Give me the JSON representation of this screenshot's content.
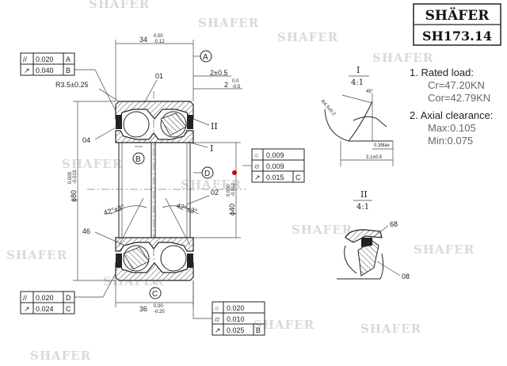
{
  "brand": {
    "name": "SHÄFER",
    "part_number": "SH173.14"
  },
  "watermark": "SHAFER",
  "specs": {
    "rated_load_label": "1. Rated load:",
    "cr": "Cr=47.20KN",
    "cor": "Cor=42.79KN",
    "axial_clearance_label": "2. Axial clearance:",
    "max": "Max:0.105",
    "min": "Min:0.075"
  },
  "tolerances": {
    "top_left": [
      {
        "symbol": "//",
        "value": "0.020",
        "datum": "A"
      },
      {
        "symbol": "↗",
        "value": "0.040",
        "datum": "B"
      }
    ],
    "bottom_left": [
      {
        "symbol": "//",
        "value": "0.020",
        "datum": "D"
      },
      {
        "symbol": "↗",
        "value": "0.024",
        "datum": "C"
      }
    ],
    "right_mid": [
      {
        "symbol": "○",
        "value": "0.009",
        "datum": ""
      },
      {
        "symbol": "⌭",
        "value": "0.009",
        "datum": ""
      },
      {
        "symbol": "↗",
        "value": "0.015",
        "datum": "C"
      }
    ],
    "bottom_mid": [
      {
        "symbol": "○",
        "value": "0.020",
        "datum": ""
      },
      {
        "symbol": "⌭",
        "value": "0.010",
        "datum": ""
      },
      {
        "symbol": "↗",
        "value": "0.025",
        "datum": "B"
      }
    ]
  },
  "dimensions": {
    "width_top": "34",
    "width_top_tol_up": "0.00",
    "width_top_tol_lo": "-0.12",
    "width_bottom": "36",
    "width_bottom_tol_up": "0.00",
    "width_bottom_tol_lo": "-0.25",
    "radius": "R3.5±0.25",
    "chamfer_1": "2±0.5",
    "chamfer_2": "2",
    "chamfer_2_tol_up": "0.0",
    "chamfer_2_tol_lo": "-0.5",
    "outer_dia": "ϕ80",
    "outer_dia_tol_up": "0.000",
    "outer_dia_tol_lo": "-0.013",
    "inner_dia": "ϕ40",
    "inner_dia_tol_up": "0.000",
    "inner_dia_tol_lo": "-0.012",
    "angle_left": "42°±3°",
    "angle_right": "42°±3°"
  },
  "datums": {
    "a": "A",
    "b": "B",
    "c": "C",
    "d": "D"
  },
  "callouts": {
    "c01": "01",
    "c02": "02",
    "c04": "04",
    "c46": "46",
    "c68": "68",
    "c08": "08"
  },
  "detail_i": {
    "label": "I",
    "scale": "4:1",
    "radius": "R4.5±0.2",
    "angle": "45°",
    "max": "0.3Max",
    "width": "3.1±0.5"
  },
  "detail_ii": {
    "label": "II",
    "scale": "4:1"
  },
  "section_marks": {
    "i": "I",
    "ii": "II"
  }
}
